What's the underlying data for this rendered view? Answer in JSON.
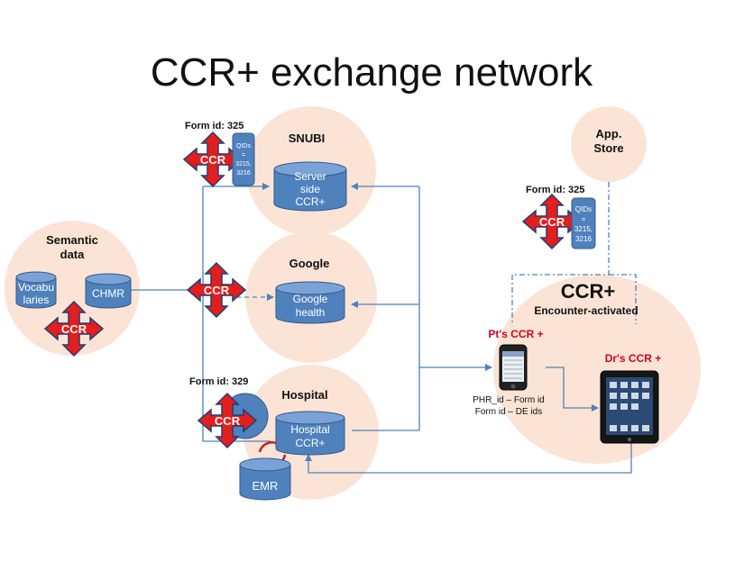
{
  "title": "CCR+ exchange network",
  "colors": {
    "circle_fill": "#fbe4d5",
    "cylinder_fill": "#4f81bd",
    "cylinder_top": "#7aa2d6",
    "cylinder_stroke": "#2f5a8c",
    "arrow_red": "#e41d1d",
    "arrow_edge": "#1f3f73",
    "line": "#4f81bd",
    "label_red": "#d0021b"
  },
  "snubi": {
    "title": "SNUBI",
    "form_id": "Form id: 325",
    "qids": [
      "QIDs",
      "=",
      "3215,",
      "3216"
    ],
    "ccr_label": "CCR",
    "server_line1": "Server",
    "server_line2": "side",
    "server_line3": "CCR+"
  },
  "semantic": {
    "title_line1": "Semantic",
    "title_line2": "data",
    "vocab_line1": "Vocabu",
    "vocab_line2": "laries",
    "chmr": "CHMR",
    "ccr_label": "CCR"
  },
  "google": {
    "title": "Google",
    "ccr_label": "CCR",
    "health_line1": "Google",
    "health_line2": "health"
  },
  "hospital": {
    "title": "Hospital",
    "form_id": "Form id: 329",
    "ccr_label": "CCR",
    "hosp_line1": "Hospital",
    "hosp_line2": "CCR+",
    "emr": "EMR"
  },
  "appstore": {
    "line1": "App.",
    "line2": "Store",
    "form_id": "Form id: 325",
    "qids": [
      "QIDs",
      "=",
      "3215,",
      "3216"
    ],
    "ccr_label": "CCR"
  },
  "encounter": {
    "title": "CCR+",
    "subtitle": "Encounter-activated",
    "pt_label": "Pt's CCR +",
    "dr_label": "Dr's CCR +",
    "map_line1": "PHR_id – Form id",
    "map_line2": "Form id – DE ids"
  }
}
